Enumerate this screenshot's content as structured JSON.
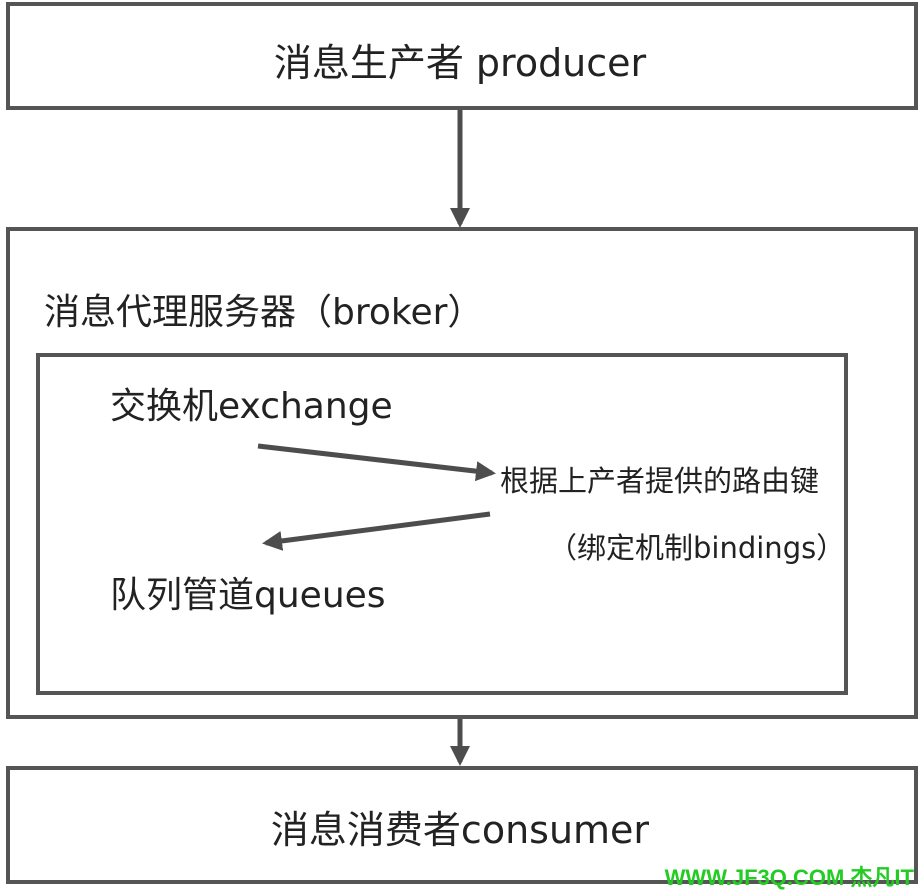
{
  "producer": {
    "label": "消息生产者 producer"
  },
  "broker": {
    "label": "消息代理服务器（broker）",
    "exchange": "交换机exchange",
    "routing_note": "根据上产者提供的路由键",
    "bindings_note": "（绑定机制bindings）",
    "queues": "队列管道queues"
  },
  "consumer": {
    "label": "消息消费者consumer"
  },
  "watermark": "WWW.JF3Q.COM 杰凡IT",
  "colors": {
    "border": "#555555",
    "arrow": "#4d4d4d",
    "watermark": "#22cc22"
  }
}
